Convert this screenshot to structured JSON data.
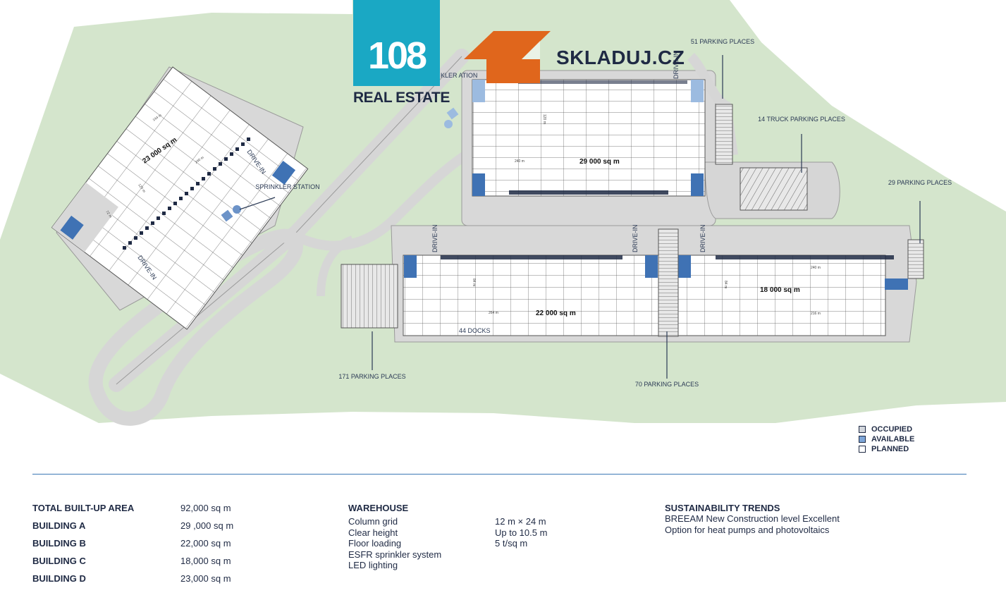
{
  "logo": {
    "number": "108",
    "caption": "REAL ESTATE",
    "brand": "SKLADUJ.CZ"
  },
  "colors": {
    "background_green": "#d4e5cc",
    "road": "#d6d6d6",
    "occupied": "#d2d6dc",
    "available": "#3f72b4",
    "planned": "#ffffff",
    "accent_teal": "#1aa8c4",
    "brand_orange": "#e0661c",
    "text": "#1f2a44"
  },
  "map": {
    "buildings": [
      {
        "id": "A",
        "area": "29 000 sq m",
        "dims": [
          "120 m",
          "240 m"
        ]
      },
      {
        "id": "B",
        "area": "22 000 sq m",
        "dims": [
          "84 m",
          "264 m"
        ],
        "docks": "44 DOCKS"
      },
      {
        "id": "C",
        "area": "18 000 sq m",
        "dims": [
          "84 m",
          "240 m",
          "216 m"
        ]
      },
      {
        "id": "D",
        "area": "23 000 sq m",
        "dims": [
          "144 m",
          "240 m",
          "120 m",
          "72 m"
        ]
      }
    ],
    "labels": {
      "sprinkler": "SPRINKLER STATION",
      "sprinkler_partial": "KLER ATION",
      "drive_in": "DRIVE-IN",
      "parking_51": "51 PARKING PLACES",
      "parking_14": "14 TRUCK PARKING PLACES",
      "parking_29": "29 PARKING PLACES",
      "parking_171": "171 PARKING PLACES",
      "parking_70": "70 PARKING PLACES"
    }
  },
  "legend": [
    "OCCUPIED",
    "AVAILABLE",
    "PLANNED"
  ],
  "summary": [
    {
      "label": "TOTAL BUILT-UP AREA",
      "value": "92,000 sq m"
    },
    {
      "label": "BUILDING A",
      "value": "29 ,000 sq m"
    },
    {
      "label": "BUILDING B",
      "value": "22,000 sq m"
    },
    {
      "label": "BUILDING C",
      "value": "18,000 sq m"
    },
    {
      "label": "BUILDING D",
      "value": "23,000 sq m"
    }
  ],
  "warehouse": {
    "title": "WAREHOUSE",
    "specs": [
      {
        "label": "Column grid",
        "value": "12 m × 24 m"
      },
      {
        "label": "Clear height",
        "value": "Up to 10.5 m"
      },
      {
        "label": "Floor loading",
        "value": "5 t/sq m"
      },
      {
        "label": "ESFR sprinkler system",
        "value": ""
      },
      {
        "label": "LED lighting",
        "value": ""
      }
    ]
  },
  "sustainability": {
    "title": "SUSTAINABILITY TRENDS",
    "lines": [
      "BREEAM New Construction level Excellent",
      "Option for heat pumps and photovoltaics"
    ]
  }
}
